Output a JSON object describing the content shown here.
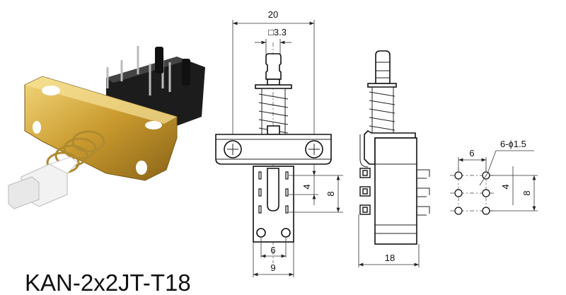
{
  "product": {
    "model": "KAN-2x2JT-T18"
  },
  "front_view": {
    "width_dim": "20",
    "plunger_dim": "□3.3",
    "pin_pitch_dim": "4",
    "pin_span_dim": "8",
    "hole_pitch_dim": "6",
    "body_width_dim": "9"
  },
  "side_view": {
    "depth_dim": "18"
  },
  "footprint": {
    "col_pitch_dim": "6",
    "hole_spec": "6-ϕ1.5",
    "row_pitch_dim": "4",
    "row_span_dim": "8"
  },
  "colors": {
    "bracket": "#d9b24a",
    "body": "#1a1a1a",
    "button": "#f2f2f2"
  }
}
